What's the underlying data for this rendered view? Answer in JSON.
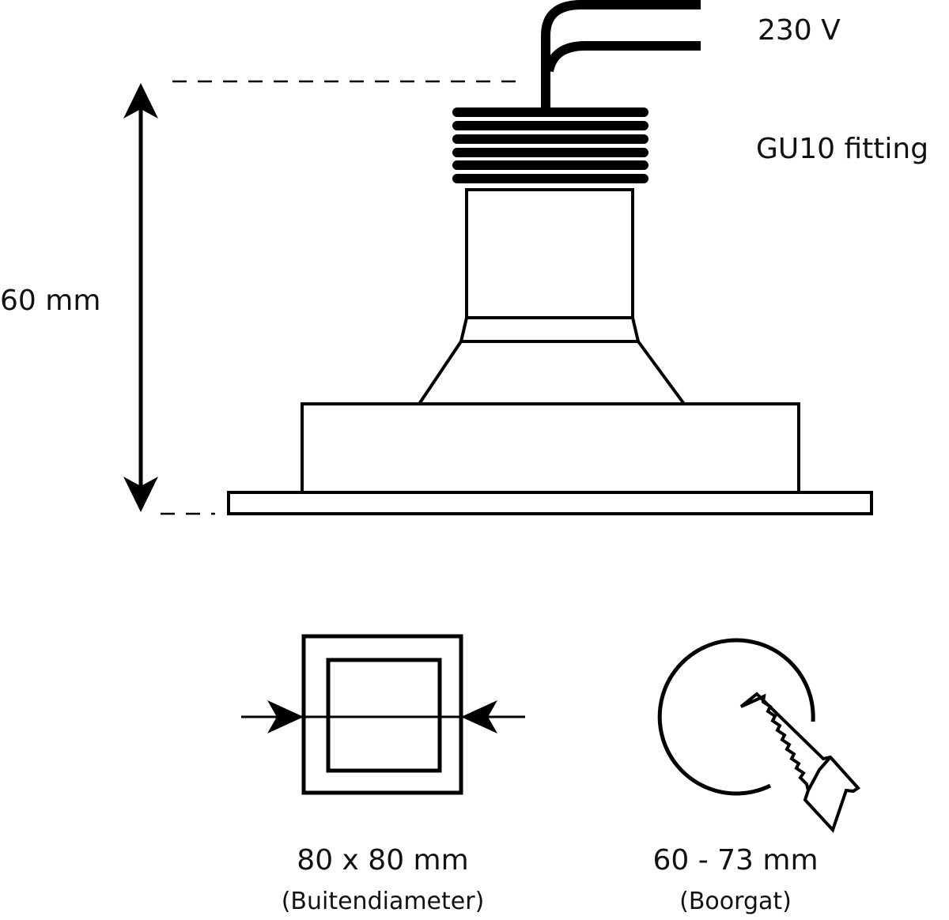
{
  "labels": {
    "voltage": "230 V",
    "fitting": "GU10 fitting",
    "height": "60 mm",
    "outer_size": "80 x 80 mm",
    "outer_caption": "(Buitendiameter)",
    "hole_size": "60 - 73 mm",
    "hole_caption": "(Boorgat)"
  },
  "colors": {
    "stroke": "#000000",
    "background": "#ffffff"
  }
}
